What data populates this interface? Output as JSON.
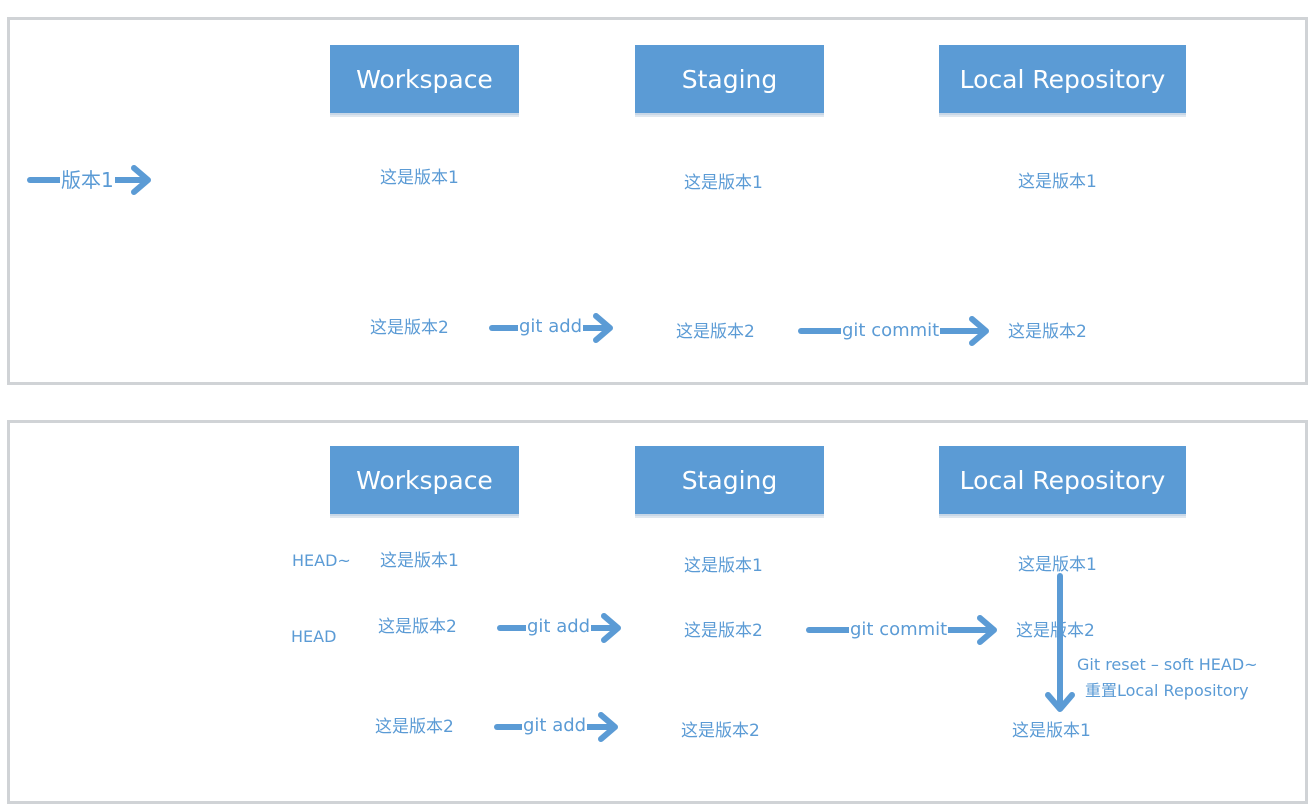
{
  "top_panel": {
    "headers": {
      "workspace": "Workspace",
      "staging": "Staging",
      "local_repository": "Local Repository"
    },
    "version1_label": "版本1",
    "row1": {
      "workspace": "这是版本1",
      "staging": "这是版本1",
      "repository": "这是版本1"
    },
    "row2": {
      "workspace": "这是版本2",
      "staging": "这是版本2",
      "repository": "这是版本2"
    },
    "git_add": "git add",
    "git_commit": "git commit"
  },
  "bottom_panel": {
    "headers": {
      "workspace": "Workspace",
      "staging": "Staging",
      "local_repository": "Local Repository"
    },
    "head_prev": "HEAD~",
    "head": "HEAD",
    "row1": {
      "workspace": "这是版本1",
      "staging": "这是版本1",
      "repository": "这是版本1"
    },
    "row2": {
      "workspace": "这是版本2",
      "staging": "这是版本2",
      "repository": "这是版本2"
    },
    "row3": {
      "workspace": "这是版本2",
      "staging": "这是版本2",
      "repository": "这是版本1"
    },
    "git_add_1": "git add",
    "git_add_2": "git add",
    "git_commit": "git commit",
    "reset_note_line1": "Git reset  – soft HEAD~",
    "reset_note_line2": "重置Local Repository"
  },
  "colors": {
    "accent": "#5b9bd5",
    "panel_border": "#d0d3d6"
  }
}
